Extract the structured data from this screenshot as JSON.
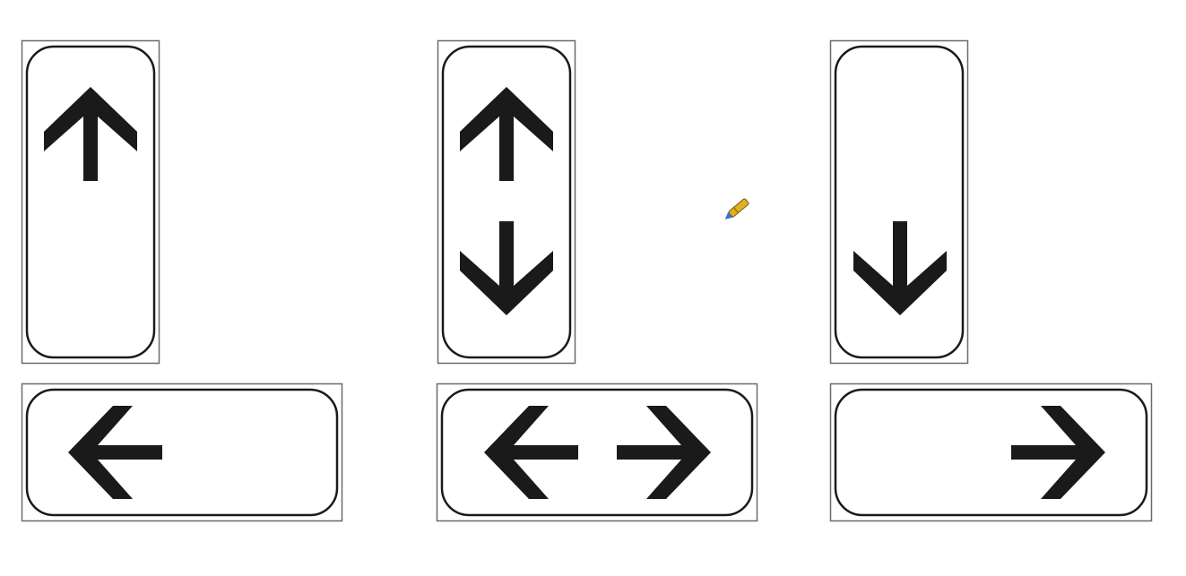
{
  "canvas": {
    "background": "#ffffff"
  },
  "colors": {
    "frame": "#6a6a6a",
    "panel_border": "#1a1a1a",
    "panel_fill": "#ffffff",
    "arrow": "#1a1a1a"
  },
  "signs": [
    {
      "id": "vertical-up-sign",
      "orientation": "vertical",
      "arrows": [
        "up"
      ]
    },
    {
      "id": "vertical-up-down-sign",
      "orientation": "vertical",
      "arrows": [
        "up",
        "down"
      ]
    },
    {
      "id": "vertical-down-sign",
      "orientation": "vertical",
      "arrows": [
        "down"
      ]
    },
    {
      "id": "horizontal-left-sign",
      "orientation": "horizontal",
      "arrows": [
        "left"
      ]
    },
    {
      "id": "horizontal-left-right-sign",
      "orientation": "horizontal",
      "arrows": [
        "left",
        "right"
      ]
    },
    {
      "id": "horizontal-right-sign",
      "orientation": "horizontal",
      "arrows": [
        "right"
      ]
    }
  ],
  "cursor": {
    "icon": "pen-cursor-icon",
    "body_color": "#e0b020",
    "tip_color": "#3a6fd8"
  }
}
